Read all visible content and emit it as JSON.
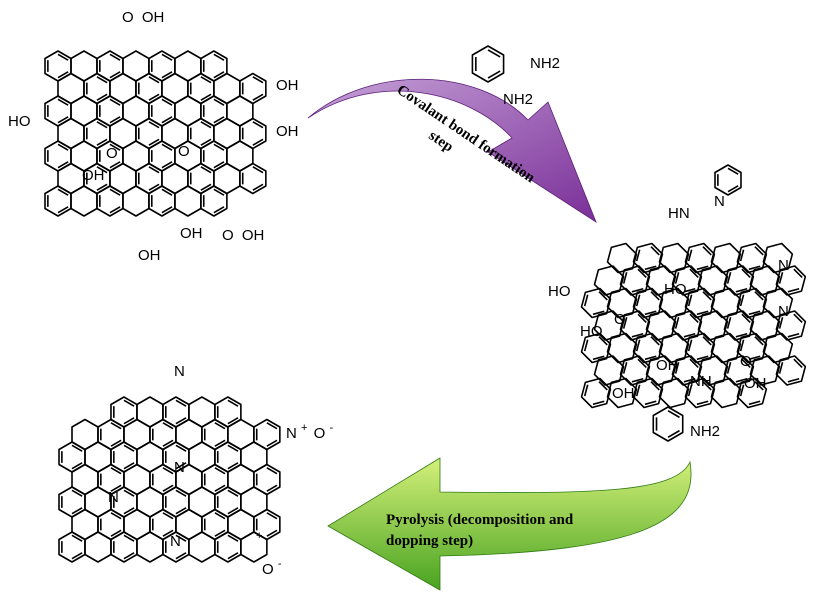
{
  "arrow_top": {
    "line1": "Covalant bond formation",
    "line2": "step",
    "color_light": "#c6a2d8",
    "color_dark": "#7a2f98"
  },
  "arrow_bottom": {
    "line1": "Pyrolysis (decomposition and",
    "line2": "dopping step)",
    "color_light": "#d4f07a",
    "color_dark": "#49a321"
  },
  "molecules": {
    "graphene_oxide": {
      "labels": [
        "O",
        "OH",
        "OH",
        "OH",
        "HO",
        "O",
        "O",
        "OH",
        "OH",
        "OH",
        "O",
        "OH"
      ]
    },
    "reagent": {
      "labels": [
        "NH2",
        "NH2"
      ]
    },
    "intermediate": {
      "labels": [
        "HN",
        "N",
        "N",
        "N",
        "HO",
        "HO",
        "O",
        "HO",
        "OH",
        "O",
        "OH",
        "NH",
        "OH",
        "NH2"
      ]
    },
    "product": {
      "labels": [
        "N",
        "N",
        "+",
        "O",
        "-",
        "N",
        "N",
        "N",
        "+",
        "O",
        "-"
      ]
    }
  }
}
